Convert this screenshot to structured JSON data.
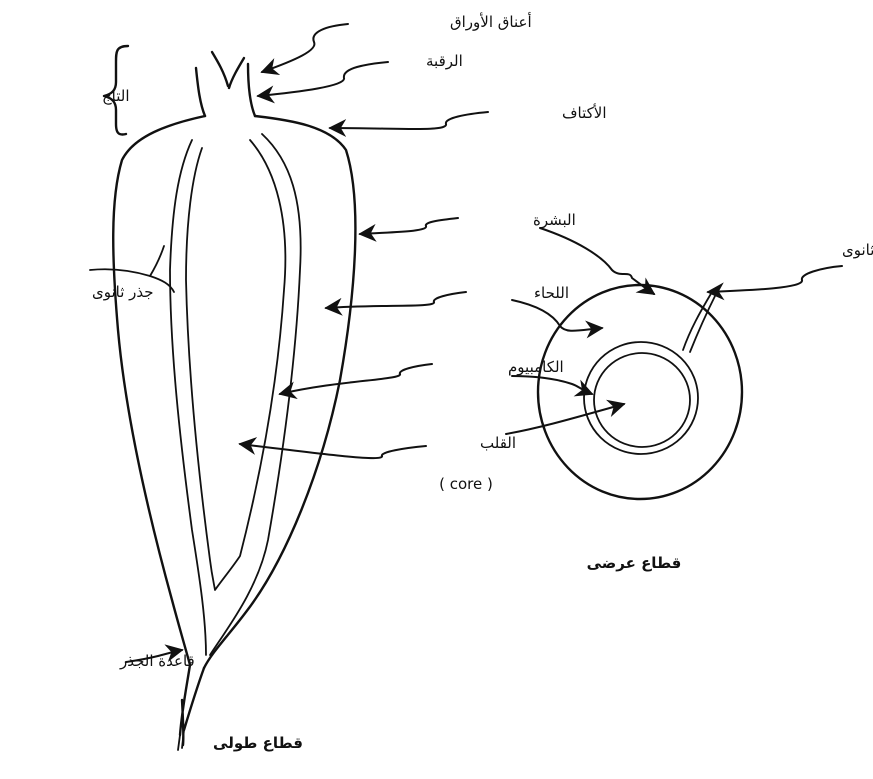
{
  "labels": {
    "leaf_necks": "أعناق الأوراق",
    "neck": "الرقبة",
    "crown": "التاج",
    "shoulders": "الأكتاف",
    "epidermis": "البشرة",
    "secondary_root_left": "جذر ثانوى",
    "secondary_root_right": "جذر ثانوى",
    "cortex": "اللحاء",
    "cambium": "الكامبيوم",
    "core_ar": "القلب",
    "core_en": "( core )",
    "root_base": "قاعدة الجذر",
    "longitudinal_section": "قطاع طولى",
    "cross_section": "قطاع عرضى"
  },
  "colors": {
    "ink": "#111111",
    "background": "#ffffff"
  }
}
